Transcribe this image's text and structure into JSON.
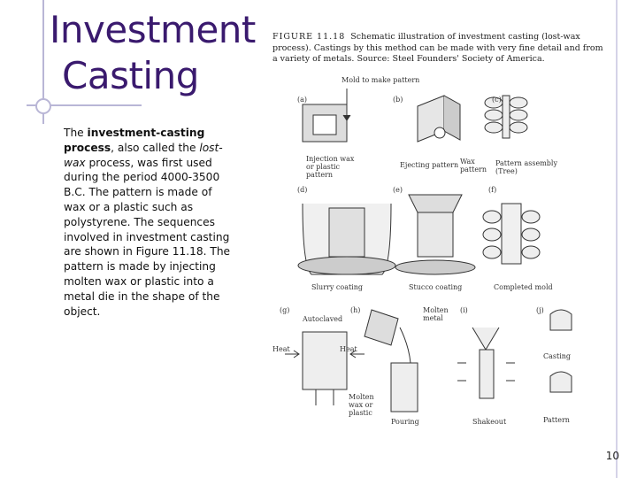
{
  "slide": {
    "title_line1": "Investment",
    "title_line2": "Casting",
    "page_number": "10"
  },
  "body": {
    "seg1": "The ",
    "seg2": "investment-casting process",
    "seg3": ", also called the ",
    "seg4": "lost-wax",
    "seg5": " process, was first used during the period 4000-3500 B.C. The pattern is made of wax or a plastic such as polystyrene. The sequences involved in investment casting are shown in Figure 11.18. The pattern is made by injecting molten wax or plastic into a metal die in the shape of the object."
  },
  "figure": {
    "caption_number": "FIGURE 11.18",
    "caption_text": "Schematic illustration of investment casting (lost-wax process). Castings by this method can be made with very fine detail and from a variety of metals. Source: Steel Founders' Society of America.",
    "labels": {
      "mold": "Mold to make pattern",
      "a": "(a)",
      "b": "(b)",
      "c": "(c)",
      "d": "(d)",
      "e": "(e)",
      "f": "(f)",
      "g": "(g)",
      "h": "(h)",
      "i": "(i)",
      "j": "(j)",
      "injection": "Injection wax or plastic pattern",
      "ejecting": "Ejecting pattern",
      "wax_pattern": "Wax pattern",
      "assembly": "Pattern assembly (Tree)",
      "slurry": "Slurry coating",
      "stucco": "Stucco coating",
      "completed": "Completed mold",
      "autoclaved": "Autoclaved",
      "heat_left": "Heat",
      "heat_right": "Heat",
      "molten_wax": "Molten wax or plastic",
      "molten_metal": "Molten metal",
      "pouring": "Pouring",
      "shakeout": "Shakeout",
      "casting": "Casting",
      "pattern": "Pattern"
    }
  }
}
